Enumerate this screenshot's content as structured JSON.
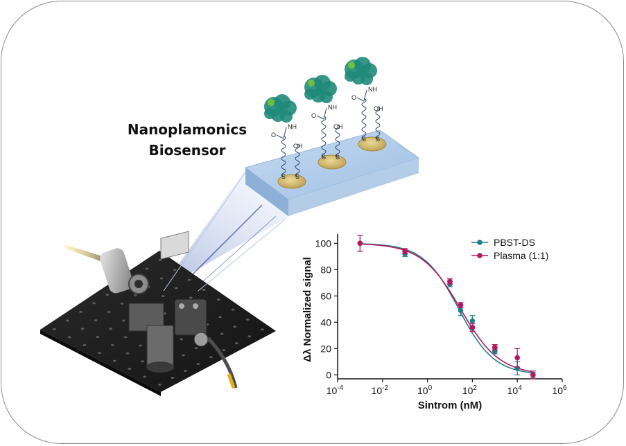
{
  "title": {
    "line1": "Nanoplamonics",
    "line2": "Biosensor"
  },
  "chemistry_labels": {
    "amide_o": "O",
    "amide_nh": "NH",
    "hydroxyl": "OH",
    "sulfur": "S"
  },
  "colors": {
    "pbst": "#1f7f88",
    "plasma": "#b5175f",
    "protein": "#1f8a7a",
    "gold": "#d9c27a",
    "chip": "#a8c8e8"
  },
  "chart_data": {
    "type": "scatter",
    "xlabel": "Sintrom (nM)",
    "ylabel": "Δλ Normalized signal",
    "xscale": "log",
    "xlim": [
      0.0001,
      1000000
    ],
    "ylim": [
      -3,
      107
    ],
    "xticks": [
      {
        "value": 0.0001,
        "base": "10",
        "exp": "-4"
      },
      {
        "value": 0.01,
        "base": "10",
        "exp": "-2"
      },
      {
        "value": 1,
        "base": "10",
        "exp": "0"
      },
      {
        "value": 100,
        "base": "10",
        "exp": "2"
      },
      {
        "value": 10000,
        "base": "10",
        "exp": "4"
      },
      {
        "value": 1000000,
        "base": "10",
        "exp": "6"
      }
    ],
    "yticks": [
      "0",
      "20",
      "40",
      "60",
      "80",
      "100"
    ],
    "legend_position": "top-right",
    "series": [
      {
        "name": "PBST-DS",
        "color": "#1f7f88",
        "x": [
          0.001,
          0.1,
          10,
          30,
          100,
          1000,
          10000,
          50000
        ],
        "y": [
          100,
          92,
          69,
          49,
          41,
          18,
          5,
          0
        ],
        "err": [
          6,
          2,
          2,
          4,
          4,
          2,
          5,
          2
        ]
      },
      {
        "name": "Plasma (1:1)",
        "color": "#b5175f",
        "x": [
          0.001,
          0.1,
          10,
          30,
          100,
          1000,
          10000,
          50000
        ],
        "y": [
          100,
          94,
          71,
          53,
          36,
          21,
          13,
          0
        ],
        "err": [
          6,
          2,
          2,
          2,
          3,
          2,
          7,
          3
        ]
      }
    ]
  }
}
